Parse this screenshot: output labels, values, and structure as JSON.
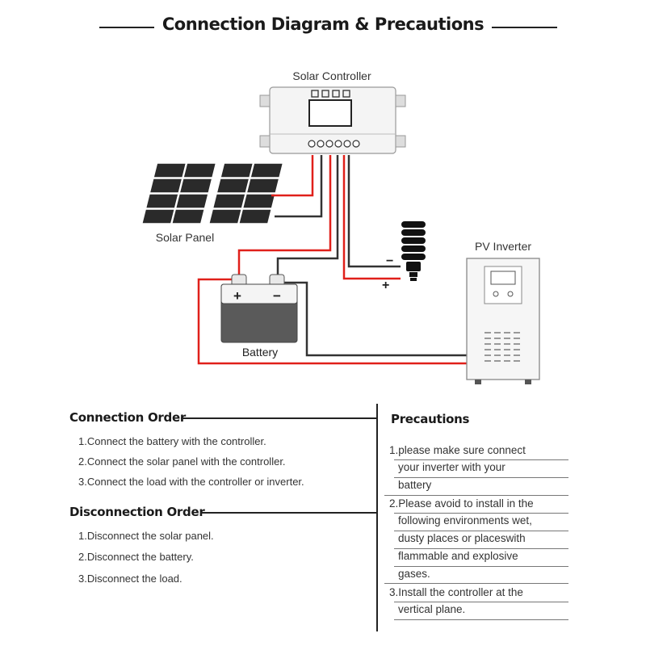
{
  "title": "Connection Diagram & Precautions",
  "diagram": {
    "controller_label": "Solar Controller",
    "panel_label": "Solar Panel",
    "inverter_label": "PV Inverter",
    "battery_label": "Battery",
    "battery_plus": "+",
    "battery_minus": "−",
    "load_minus": "−",
    "load_plus": "+",
    "wire_positive_color": "#e0201a",
    "wire_negative_color": "#333333"
  },
  "connection_order": {
    "heading": "Connection Order",
    "items": [
      "1.Connect the battery with the controller.",
      "2.Connect the solar panel with the controller.",
      "3.Connect the load with the controller or inverter."
    ]
  },
  "disconnection_order": {
    "heading": "Disconnection Order",
    "items": [
      "1.Disconnect the solar panel.",
      "2.Disconnect the battery.",
      "3.Disconnect the load."
    ]
  },
  "precautions": {
    "heading": "Precautions",
    "lines": [
      "1.please make sure connect",
      "your inverter with your",
      "battery",
      "2.Please avoid to install in the",
      "following environments wet,",
      "dusty places or placeswith",
      "flammable and explosive",
      "gases.",
      "3.Install the controller at the",
      "vertical plane."
    ]
  }
}
